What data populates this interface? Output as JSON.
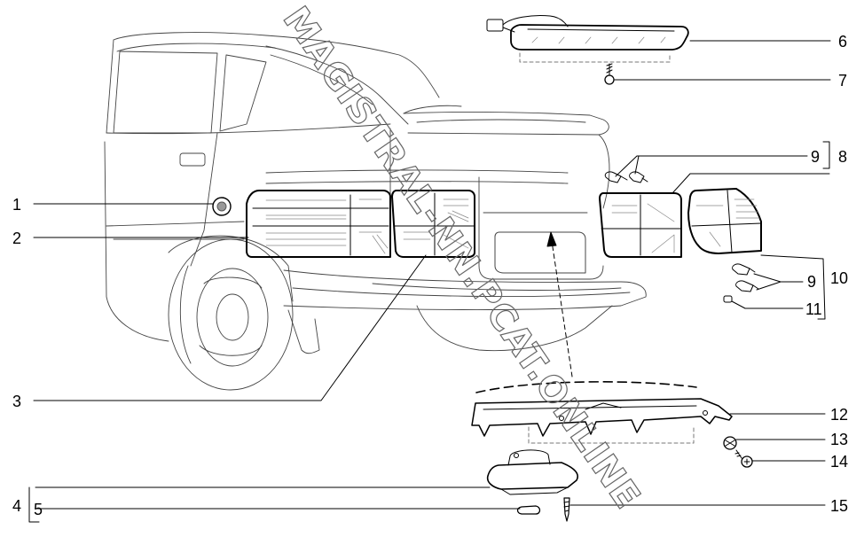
{
  "callouts": {
    "c1": "1",
    "c2": "2",
    "c3": "3",
    "c4": "4",
    "c5": "5",
    "c6": "6",
    "c7": "7",
    "c8": "8",
    "c9a": "9",
    "c9b": "9",
    "c10": "10",
    "c11": "11",
    "c12": "12",
    "c13": "13",
    "c14": "14",
    "c15": "15"
  },
  "watermark": "MAGISTRAL-NN.PCAT.ONLINE"
}
